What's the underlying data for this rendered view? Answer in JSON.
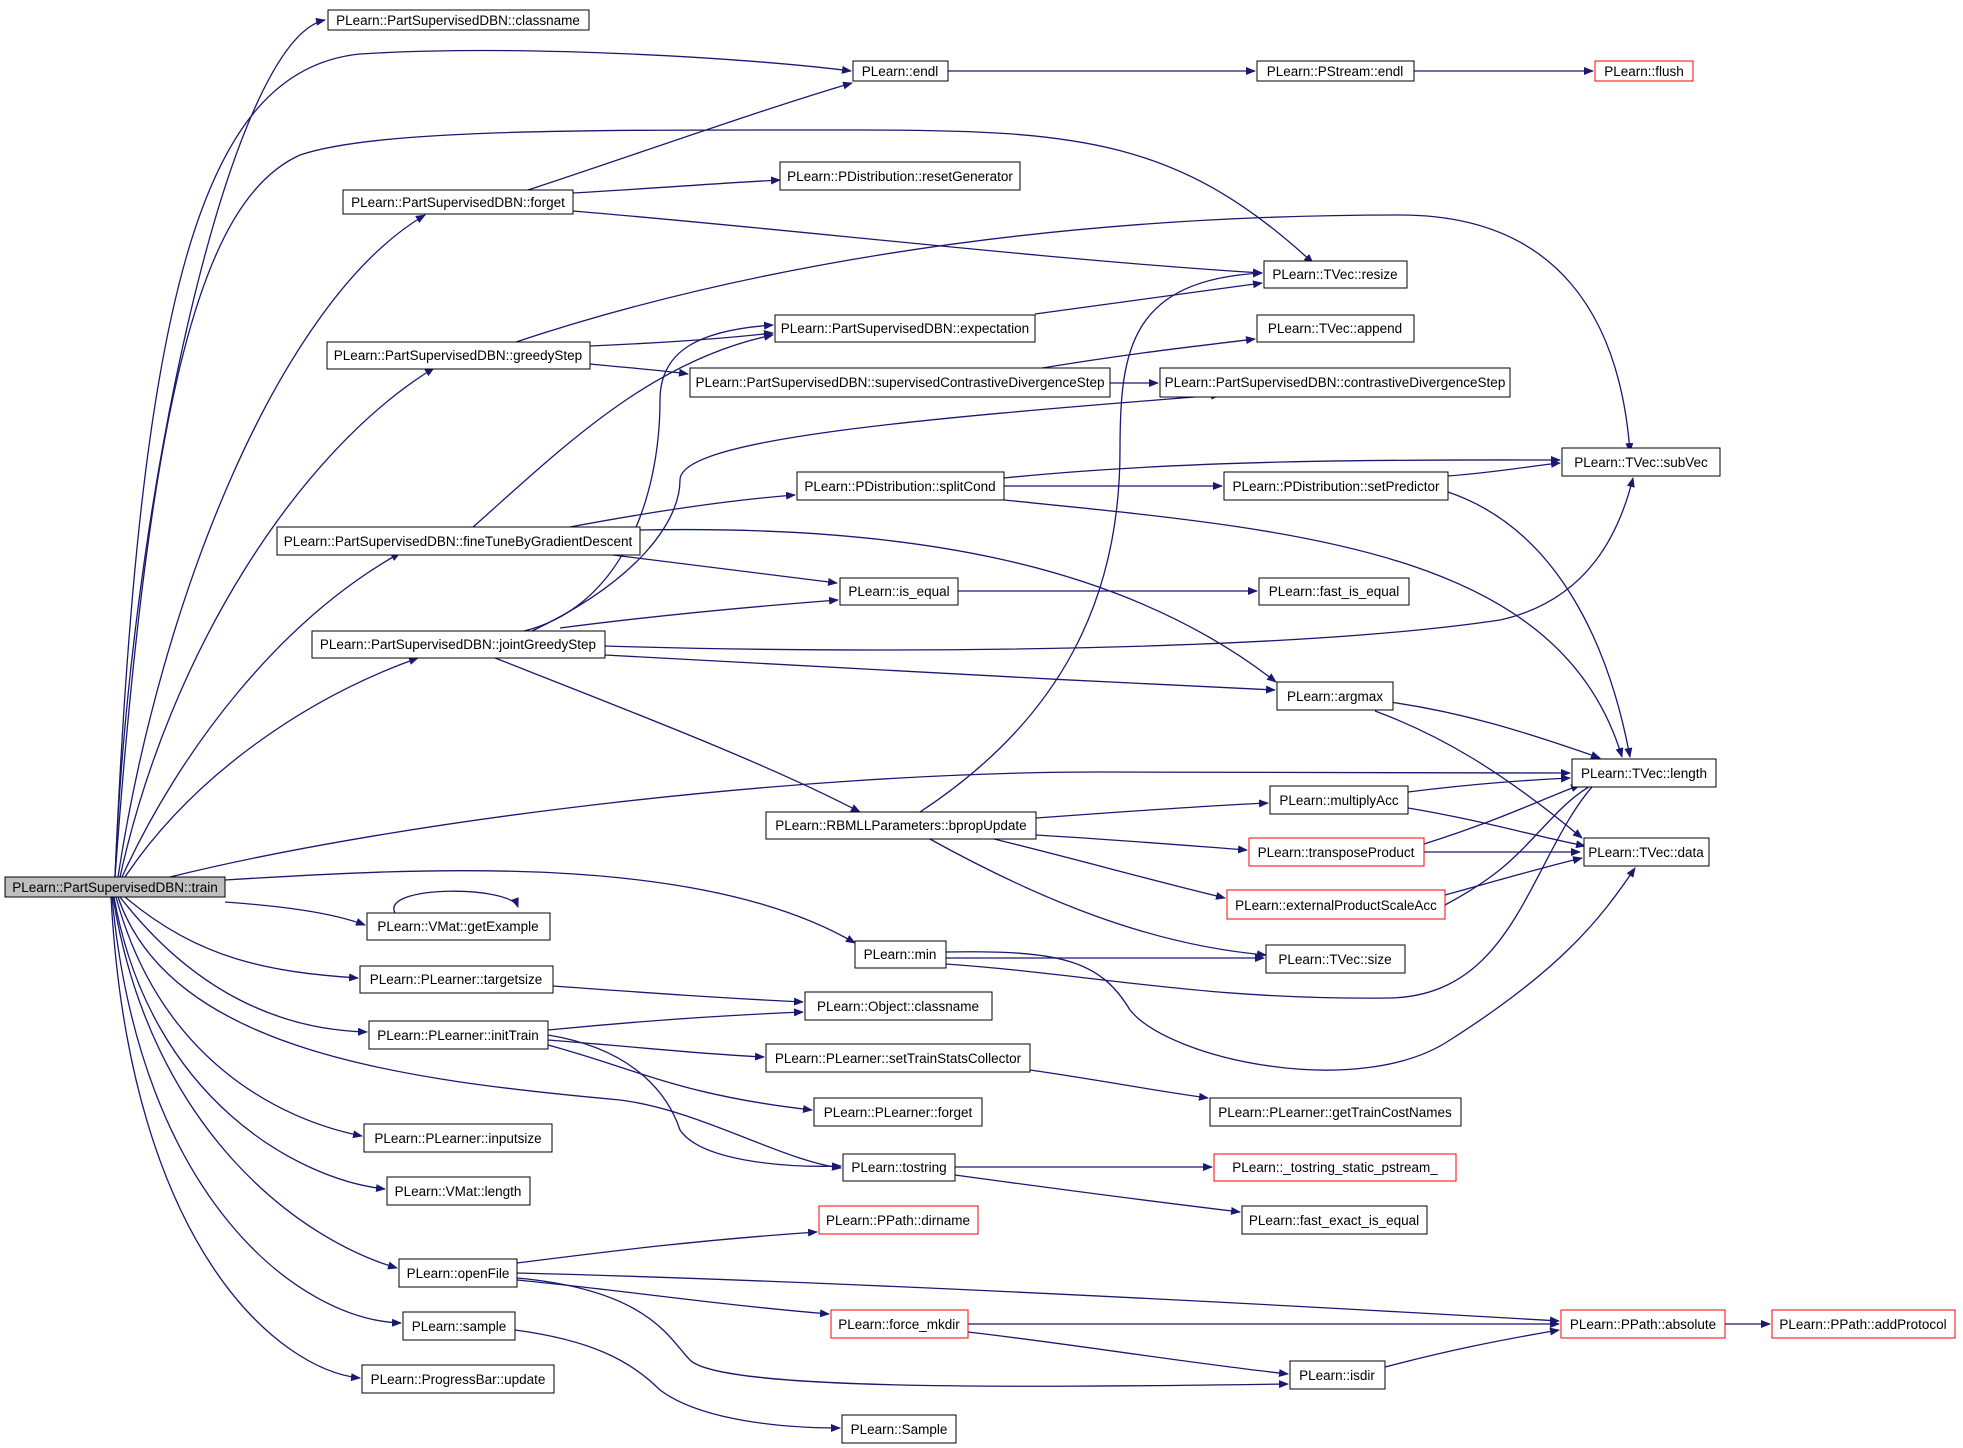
{
  "colors": {
    "edge": "#191970",
    "node_border": "#000000",
    "node_border_truncated": "#ff0000",
    "root_fill": "#bfbfbf",
    "node_fill": "#ffffff"
  },
  "nodes": [
    {
      "id": "train",
      "label": "PLearn::PartSupervisedDBN::train",
      "style": "root"
    },
    {
      "id": "classname",
      "label": "PLearn::PartSupervisedDBN::classname",
      "style": "normal"
    },
    {
      "id": "endl",
      "label": "PLearn::endl",
      "style": "normal"
    },
    {
      "id": "pstream_endl",
      "label": "PLearn::PStream::endl",
      "style": "normal"
    },
    {
      "id": "flush",
      "label": "PLearn::flush",
      "style": "truncated"
    },
    {
      "id": "forget",
      "label": "PLearn::PartSupervisedDBN::forget",
      "style": "normal"
    },
    {
      "id": "resetGenerator",
      "label": "PLearn::PDistribution::resetGenerator",
      "style": "normal"
    },
    {
      "id": "tvec_resize",
      "label": "PLearn::TVec::resize",
      "style": "normal"
    },
    {
      "id": "greedyStep",
      "label": "PLearn::PartSupervisedDBN::greedyStep",
      "style": "normal"
    },
    {
      "id": "expectation",
      "label": "PLearn::PartSupervisedDBN::expectation",
      "style": "normal"
    },
    {
      "id": "tvec_append",
      "label": "PLearn::TVec::append",
      "style": "normal"
    },
    {
      "id": "supCDStep",
      "label": "PLearn::PartSupervisedDBN::supervisedContrastiveDivergenceStep",
      "style": "normal"
    },
    {
      "id": "cdStep",
      "label": "PLearn::PartSupervisedDBN::contrastiveDivergenceStep",
      "style": "normal"
    },
    {
      "id": "tvec_subVec",
      "label": "PLearn::TVec::subVec",
      "style": "normal"
    },
    {
      "id": "splitCond",
      "label": "PLearn::PDistribution::splitCond",
      "style": "normal"
    },
    {
      "id": "setPredictor",
      "label": "PLearn::PDistribution::setPredictor",
      "style": "normal"
    },
    {
      "id": "fineTune",
      "label": "PLearn::PartSupervisedDBN::fineTuneByGradientDescent",
      "style": "normal"
    },
    {
      "id": "is_equal",
      "label": "PLearn::is_equal",
      "style": "normal"
    },
    {
      "id": "fast_is_equal",
      "label": "PLearn::fast_is_equal",
      "style": "normal"
    },
    {
      "id": "jointGreedy",
      "label": "PLearn::PartSupervisedDBN::jointGreedyStep",
      "style": "normal"
    },
    {
      "id": "argmax",
      "label": "PLearn::argmax",
      "style": "normal"
    },
    {
      "id": "tvec_length",
      "label": "PLearn::TVec::length",
      "style": "normal"
    },
    {
      "id": "multiplyAcc",
      "label": "PLearn::multiplyAcc",
      "style": "normal"
    },
    {
      "id": "bpropUpdate",
      "label": "PLearn::RBMLLParameters::bpropUpdate",
      "style": "normal"
    },
    {
      "id": "transposeProduct",
      "label": "PLearn::transposeProduct",
      "style": "truncated"
    },
    {
      "id": "tvec_data",
      "label": "PLearn::TVec::data",
      "style": "normal"
    },
    {
      "id": "extProdScaleAcc",
      "label": "PLearn::externalProductScaleAcc",
      "style": "truncated"
    },
    {
      "id": "getExample",
      "label": "PLearn::VMat::getExample",
      "style": "normal"
    },
    {
      "id": "min",
      "label": "PLearn::min",
      "style": "normal"
    },
    {
      "id": "tvec_size",
      "label": "PLearn::TVec::size",
      "style": "normal"
    },
    {
      "id": "targetsize",
      "label": "PLearn::PLearner::targetsize",
      "style": "normal"
    },
    {
      "id": "obj_classname",
      "label": "PLearn::Object::classname",
      "style": "normal"
    },
    {
      "id": "initTrain",
      "label": "PLearn::PLearner::initTrain",
      "style": "normal"
    },
    {
      "id": "setTrainStats",
      "label": "PLearn::PLearner::setTrainStatsCollector",
      "style": "normal"
    },
    {
      "id": "plearner_forget",
      "label": "PLearn::PLearner::forget",
      "style": "normal"
    },
    {
      "id": "getTrainCostNames",
      "label": "PLearn::PLearner::getTrainCostNames",
      "style": "normal"
    },
    {
      "id": "inputsize",
      "label": "PLearn::PLearner::inputsize",
      "style": "normal"
    },
    {
      "id": "tostring",
      "label": "PLearn::tostring",
      "style": "normal"
    },
    {
      "id": "tostring_static",
      "label": "PLearn::_tostring_static_pstream_",
      "style": "truncated"
    },
    {
      "id": "vmat_length",
      "label": "PLearn::VMat::length",
      "style": "normal"
    },
    {
      "id": "fast_exact",
      "label": "PLearn::fast_exact_is_equal",
      "style": "normal"
    },
    {
      "id": "dirname",
      "label": "PLearn::PPath::dirname",
      "style": "truncated"
    },
    {
      "id": "openFile",
      "label": "PLearn::openFile",
      "style": "normal"
    },
    {
      "id": "absolute",
      "label": "PLearn::PPath::absolute",
      "style": "truncated"
    },
    {
      "id": "addProtocol",
      "label": "PLearn::PPath::addProtocol",
      "style": "truncated"
    },
    {
      "id": "sample",
      "label": "PLearn::sample",
      "style": "normal"
    },
    {
      "id": "force_mkdir",
      "label": "PLearn::force_mkdir",
      "style": "truncated"
    },
    {
      "id": "isdir",
      "label": "PLearn::isdir",
      "style": "normal"
    },
    {
      "id": "progress_update",
      "label": "PLearn::ProgressBar::update",
      "style": "normal"
    },
    {
      "id": "Sample",
      "label": "PLearn::Sample",
      "style": "normal"
    }
  ]
}
